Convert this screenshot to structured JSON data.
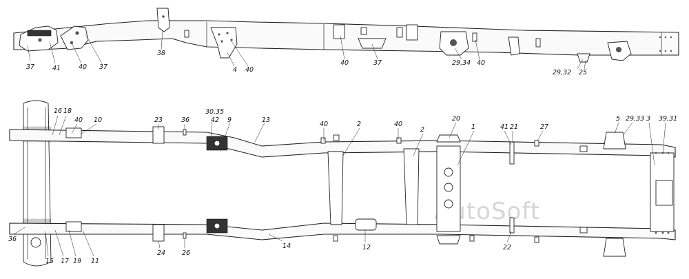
{
  "watermark": "AutoSoft",
  "top_view_callouts": {
    "c37a": "37",
    "c41": "41",
    "c40a": "40",
    "c37b": "37",
    "c38": "38",
    "c4": "4",
    "c40b": "40",
    "c40c": "40",
    "c37c": "37",
    "c2934": "29,34",
    "c40d": "40",
    "c2932": "29,32",
    "c25": "25"
  },
  "plan_view_callouts": {
    "c16": "16",
    "c18": "18",
    "c40": "40",
    "c10": "10",
    "c23": "23",
    "c36a": "36",
    "c3035": "30,35",
    "c42": "42",
    "c9": "9",
    "c13": "13",
    "c40b": "40",
    "c2a": "2",
    "c40c": "40",
    "c2b": "2",
    "c20": "20",
    "c1": "1",
    "c41": "41",
    "c21": "21",
    "c27": "27",
    "c5": "5",
    "c2933": "29,33",
    "c3": "3",
    "c3931": "39,31",
    "c36b": "36",
    "c15": "15",
    "c17": "17",
    "c19": "19",
    "c11": "11",
    "c24": "24",
    "c26": "26",
    "c14": "14",
    "c12": "12",
    "c22": "22"
  }
}
